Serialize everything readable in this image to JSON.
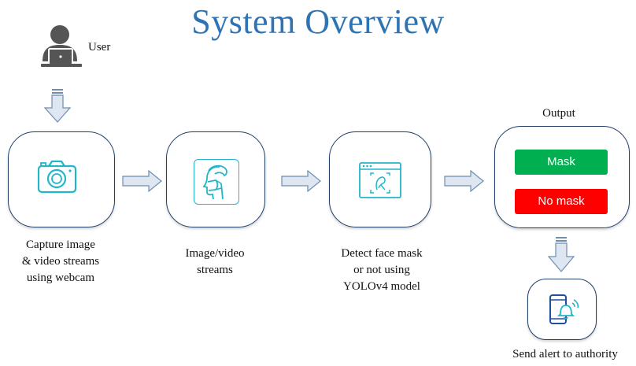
{
  "title": "System Overview",
  "user_label": "User",
  "output_label": "Output",
  "steps": [
    {
      "label_lines": [
        "Capture image",
        "& video streams",
        "using webcam"
      ],
      "icon": "camera-icon"
    },
    {
      "label_lines": [
        "Image/video",
        "streams"
      ],
      "icon": "face-mask-profile-icon"
    },
    {
      "label_lines": [
        "Detect face mask",
        "or not using",
        "YOLOv4 model"
      ],
      "icon": "face-scan-window-icon"
    }
  ],
  "output": {
    "mask_label": "Mask",
    "no_mask_label": "No mask",
    "mask_color": "#00b050",
    "no_mask_color": "#ff0000"
  },
  "alert": {
    "label": "Send alert to authority",
    "icon": "phone-alert-icon"
  },
  "colors": {
    "title": "#2e74b5",
    "icon_accent": "#22b6c9",
    "arrow_fill": "#dde6f1",
    "arrow_stroke": "#6f8db0",
    "box_border": "#1f3f68"
  }
}
